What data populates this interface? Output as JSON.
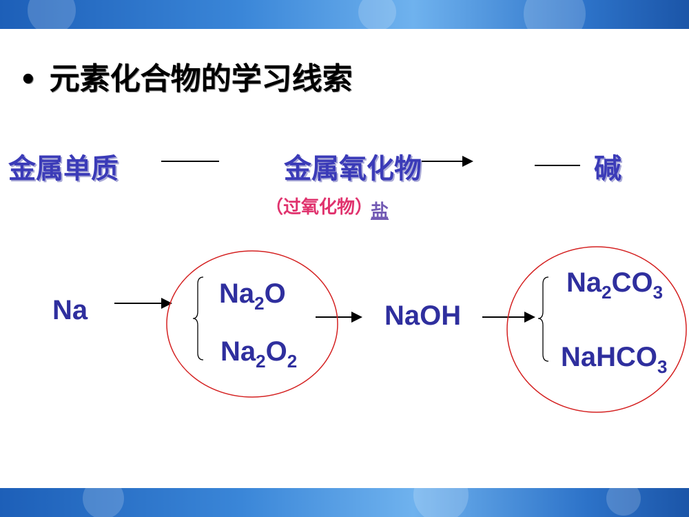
{
  "slide": {
    "title": "元素化合物的学习线索",
    "headings": {
      "metal": "金属单质",
      "oxide": "金属氧化物",
      "base": "碱"
    },
    "notes": {
      "peroxide": "（过氧化物）",
      "salt": "盐"
    },
    "formulas": {
      "na": "Na",
      "na2o": {
        "a": "Na",
        "s1": "2",
        "b": "O"
      },
      "na2o2": {
        "a": "Na",
        "s1": "2",
        "b": "O",
        "s2": "2"
      },
      "naoh": "NaOH",
      "na2co3": {
        "a": "Na",
        "s1": "2",
        "b": "CO",
        "s2": "3"
      },
      "nahco3": {
        "a": "NaHCO",
        "s1": "3"
      }
    }
  }
}
